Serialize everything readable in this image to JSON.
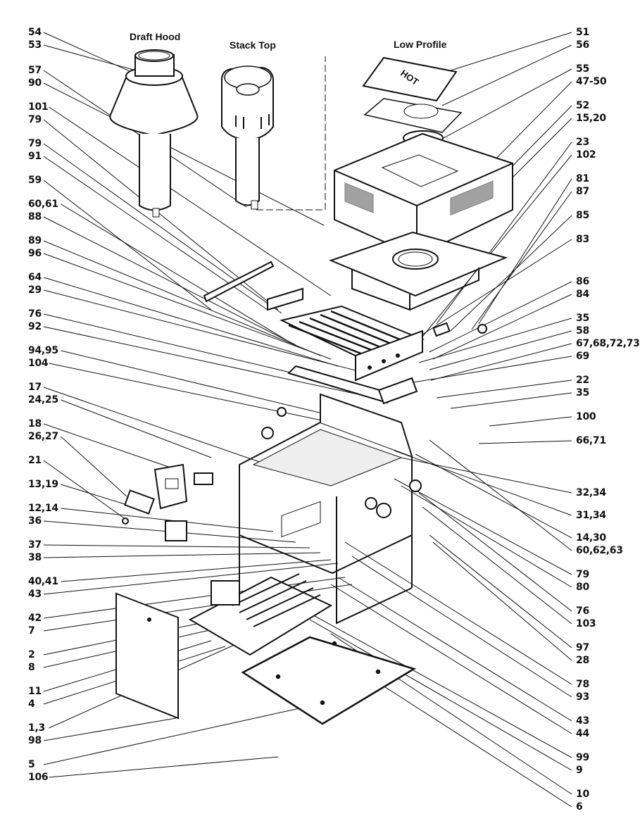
{
  "titles": {
    "draft_hood": "Draft Hood",
    "stack_top": "Stack Top",
    "low_profile": "Low Profile"
  },
  "hot_plate_text": "HOT",
  "left_labels": [
    {
      "text": "54"
    },
    {
      "text": "53"
    },
    {
      "text": "57"
    },
    {
      "text": "90"
    },
    {
      "text": "101"
    },
    {
      "text": "79"
    },
    {
      "text": "79"
    },
    {
      "text": "91"
    },
    {
      "text": "59"
    },
    {
      "text": "60,61"
    },
    {
      "text": "88"
    },
    {
      "text": "89"
    },
    {
      "text": "96"
    },
    {
      "text": "64"
    },
    {
      "text": "29"
    },
    {
      "text": "76"
    },
    {
      "text": "92"
    },
    {
      "text": "94,95"
    },
    {
      "text": "104"
    },
    {
      "text": "17"
    },
    {
      "text": "24,25"
    },
    {
      "text": "18"
    },
    {
      "text": "26,27"
    },
    {
      "text": "21"
    },
    {
      "text": "13,19"
    },
    {
      "text": "12,14"
    },
    {
      "text": "36"
    },
    {
      "text": "37"
    },
    {
      "text": "38"
    },
    {
      "text": "40,41"
    },
    {
      "text": "43"
    },
    {
      "text": "42"
    },
    {
      "text": "7"
    },
    {
      "text": "2"
    },
    {
      "text": "8"
    },
    {
      "text": "11"
    },
    {
      "text": "4"
    },
    {
      "text": "1,3"
    },
    {
      "text": "98"
    },
    {
      "text": "5"
    },
    {
      "text": "106"
    }
  ],
  "right_labels": [
    {
      "text": "51"
    },
    {
      "text": "56"
    },
    {
      "text": "55"
    },
    {
      "text": "47-50"
    },
    {
      "text": "52"
    },
    {
      "text": "15,20"
    },
    {
      "text": "23"
    },
    {
      "text": "102"
    },
    {
      "text": "81"
    },
    {
      "text": "87"
    },
    {
      "text": "85"
    },
    {
      "text": "83"
    },
    {
      "text": "86"
    },
    {
      "text": "84"
    },
    {
      "text": "35"
    },
    {
      "text": "58"
    },
    {
      "text": "67,68,72,73"
    },
    {
      "text": "69"
    },
    {
      "text": "22"
    },
    {
      "text": "35"
    },
    {
      "text": "100"
    },
    {
      "text": "66,71"
    },
    {
      "text": "32,34"
    },
    {
      "text": "31,34"
    },
    {
      "text": "14,30"
    },
    {
      "text": "60,62,63"
    },
    {
      "text": "79"
    },
    {
      "text": "80"
    },
    {
      "text": "76"
    },
    {
      "text": "103"
    },
    {
      "text": "97"
    },
    {
      "text": "28"
    },
    {
      "text": "78"
    },
    {
      "text": "93"
    },
    {
      "text": "43"
    },
    {
      "text": "44"
    },
    {
      "text": "99"
    },
    {
      "text": "9"
    },
    {
      "text": "10"
    },
    {
      "text": "6"
    }
  ]
}
